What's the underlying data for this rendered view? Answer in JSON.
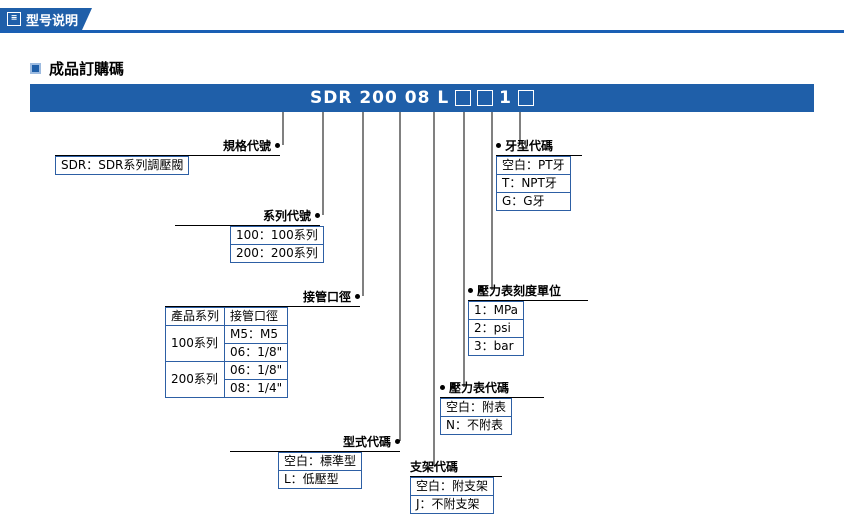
{
  "header": {
    "tab_label": "型号说明",
    "tab_icon": "list-icon",
    "accent": "#1f5fa9"
  },
  "section": {
    "title": "成品訂購碼",
    "marker_icon": "square-bullet-icon"
  },
  "code_bar": {
    "segments": [
      "SDR 200 08 L",
      "□",
      "□",
      "1",
      "□"
    ],
    "full_text": "SDR 200 08 L □ □ 1 □"
  },
  "callouts": [
    {
      "id": "spec",
      "title": "規格代號",
      "rows": [
        [
          "SDR：SDR系列調壓閥"
        ]
      ]
    },
    {
      "id": "series",
      "title": "系列代號",
      "rows": [
        [
          "100：100系列"
        ],
        [
          "200：200系列"
        ]
      ]
    },
    {
      "id": "port",
      "title": "接管口徑",
      "rows": [
        [
          "產品系列",
          "接管口徑"
        ],
        [
          "100系列",
          "M5：M5"
        ],
        [
          "",
          "06：1/8\""
        ],
        [
          "200系列",
          "06：1/8\""
        ],
        [
          "",
          "08：1/4\""
        ]
      ]
    },
    {
      "id": "type",
      "title": "型式代碼",
      "rows": [
        [
          "空白：標準型"
        ],
        [
          "L：低壓型"
        ]
      ]
    },
    {
      "id": "bracket",
      "title": "支架代碼",
      "rows": [
        [
          "空白：附支架"
        ],
        [
          "J：不附支架"
        ]
      ]
    },
    {
      "id": "gauge",
      "title": "壓力表代碼",
      "rows": [
        [
          "空白：附表"
        ],
        [
          "N：不附表"
        ]
      ]
    },
    {
      "id": "unit",
      "title": "壓力表刻度單位",
      "rows": [
        [
          "1：MPa"
        ],
        [
          "2：psi"
        ],
        [
          "3：bar"
        ]
      ]
    },
    {
      "id": "thread",
      "title": "牙型代碼",
      "rows": [
        [
          "空白：PT牙"
        ],
        [
          "T：NPT牙"
        ],
        [
          "G：G牙"
        ]
      ]
    }
  ]
}
